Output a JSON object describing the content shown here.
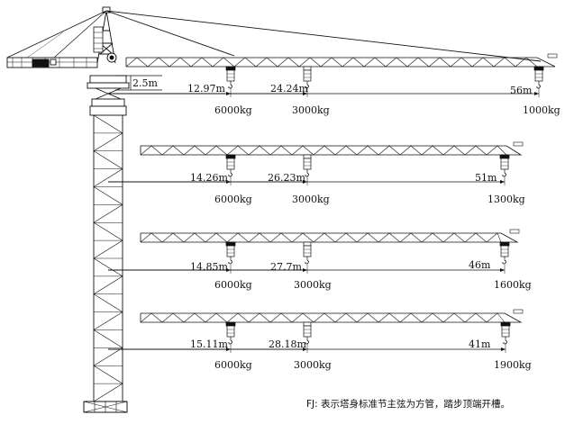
{
  "tower": {
    "height_label": "2.5m"
  },
  "jib_configs": [
    {
      "id": "jib-56m",
      "near_radius": "12.97m",
      "near_load": "6000kg",
      "mid_radius": "24.24m",
      "mid_load": "3000kg",
      "max_radius": "56m",
      "tip_load": "1000kg"
    },
    {
      "id": "jib-51m",
      "near_radius": "14.26m",
      "near_load": "6000kg",
      "mid_radius": "26.23m",
      "mid_load": "3000kg",
      "max_radius": "51m",
      "tip_load": "1300kg"
    },
    {
      "id": "jib-46m",
      "near_radius": "14.85m",
      "near_load": "6000kg",
      "mid_radius": "27.7m",
      "mid_load": "3000kg",
      "max_radius": "46m",
      "tip_load": "1600kg"
    },
    {
      "id": "jib-41m",
      "near_radius": "15.11m",
      "near_load": "6000kg",
      "mid_radius": "28.18m",
      "mid_load": "3000kg",
      "max_radius": "41m",
      "tip_load": "1900kg"
    }
  ],
  "footnote": "FJ: 表示塔身标准节主弦为方管，踏步顶端开槽。"
}
